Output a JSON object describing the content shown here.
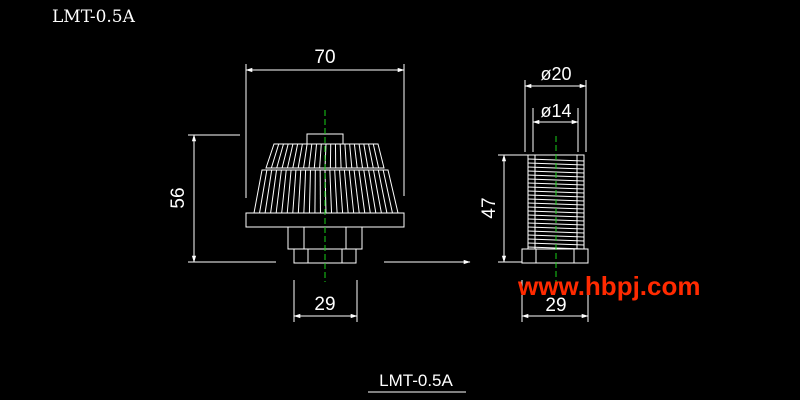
{
  "drawing": {
    "title_top": "LMT-0.5A",
    "title_bottom": "LMT-0.5A",
    "watermark": "www.hbpj.com",
    "colors": {
      "background": "#000000",
      "lines": "#ffffff",
      "centerline": "#19d119",
      "watermark": "#ff2a00"
    }
  },
  "front_view": {
    "width_label": "70",
    "height_label": "56",
    "base_label": "29"
  },
  "side_view": {
    "outer_dia_label": "ø20",
    "inner_dia_label": "ø14",
    "height_label": "47",
    "base_label": "29"
  }
}
